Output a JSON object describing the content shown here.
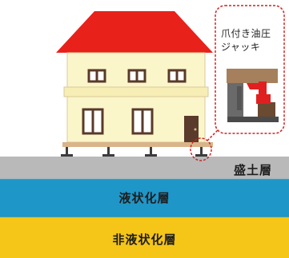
{
  "labels": {
    "fill_layer": "盛土層",
    "liquefied_layer": "液状化層",
    "non_liquefied_layer": "非液状化層",
    "jack_callout_line1": "爪付き油圧",
    "jack_callout_line2": "ジャッキ"
  },
  "colors": {
    "roof": "#e8211a",
    "wall": "#fbf6c9",
    "window_frame": "#5a3a2a",
    "foundation": "#d9b48a",
    "fill_layer": "#b9b9b9",
    "liquefied_layer": "#1e96c8",
    "non_liquefied_layer": "#f5c518",
    "jack_red": "#e02020",
    "callout_border": "#d02020"
  }
}
